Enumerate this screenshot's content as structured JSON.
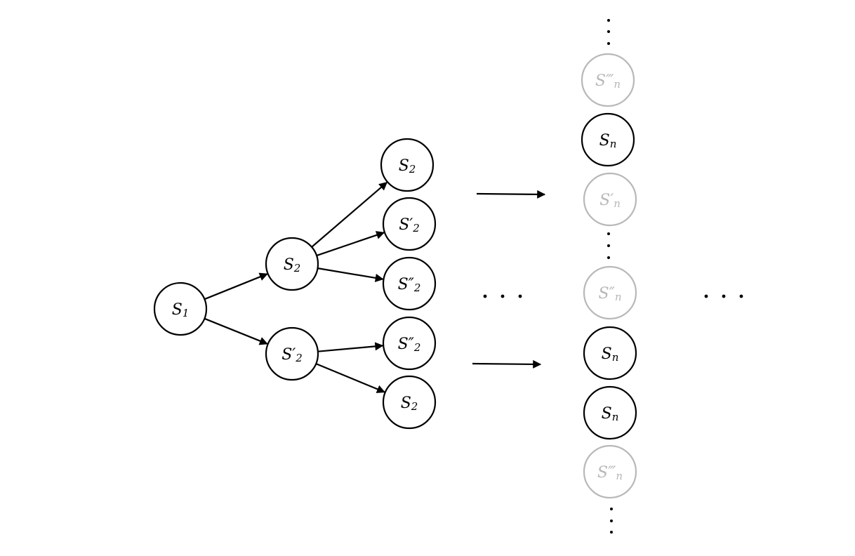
{
  "colors": {
    "active": "#000000",
    "inactive": "#b8b8b8",
    "background": "#ffffff"
  },
  "nodes": {
    "root": {
      "base": "S",
      "prime": "",
      "sub": "1",
      "state": "active"
    },
    "level1": [
      {
        "base": "S",
        "prime": "",
        "sub": "2",
        "state": "active"
      },
      {
        "base": "S",
        "prime": "′",
        "sub": "2",
        "state": "active"
      }
    ],
    "level2": [
      {
        "base": "S",
        "prime": "",
        "sub": "2",
        "state": "active"
      },
      {
        "base": "S",
        "prime": "′",
        "sub": "2",
        "state": "active"
      },
      {
        "base": "S",
        "prime": "″",
        "sub": "2",
        "state": "active"
      },
      {
        "base": "S",
        "prime": "″",
        "sub": "2",
        "state": "active"
      },
      {
        "base": "S",
        "prime": "",
        "sub": "2",
        "state": "active"
      }
    ],
    "leveln_top": [
      {
        "base": "S",
        "prime": "‴",
        "sub": "n",
        "state": "inactive"
      },
      {
        "base": "S",
        "prime": "",
        "sub": "n",
        "state": "active"
      },
      {
        "base": "S",
        "prime": "′",
        "sub": "n",
        "state": "inactive"
      }
    ],
    "leveln_bottom": [
      {
        "base": "S",
        "prime": "″",
        "sub": "n",
        "state": "inactive"
      },
      {
        "base": "S",
        "prime": "",
        "sub": "n",
        "state": "active"
      },
      {
        "base": "S",
        "prime": "",
        "sub": "n",
        "state": "active"
      },
      {
        "base": "S",
        "prime": "‴",
        "sub": "n",
        "state": "inactive"
      }
    ]
  },
  "edges": [
    {
      "from": "root",
      "to": "level1.0"
    },
    {
      "from": "root",
      "to": "level1.1"
    },
    {
      "from": "level1.0",
      "to": "level2.0"
    },
    {
      "from": "level1.0",
      "to": "level2.1"
    },
    {
      "from": "level1.0",
      "to": "level2.2"
    },
    {
      "from": "level1.1",
      "to": "level2.3"
    },
    {
      "from": "level1.1",
      "to": "level2.4"
    }
  ],
  "ellipses": [
    "horizontal-middle",
    "horizontal-right",
    "vertical-top",
    "vertical-mid",
    "vertical-bottom"
  ]
}
